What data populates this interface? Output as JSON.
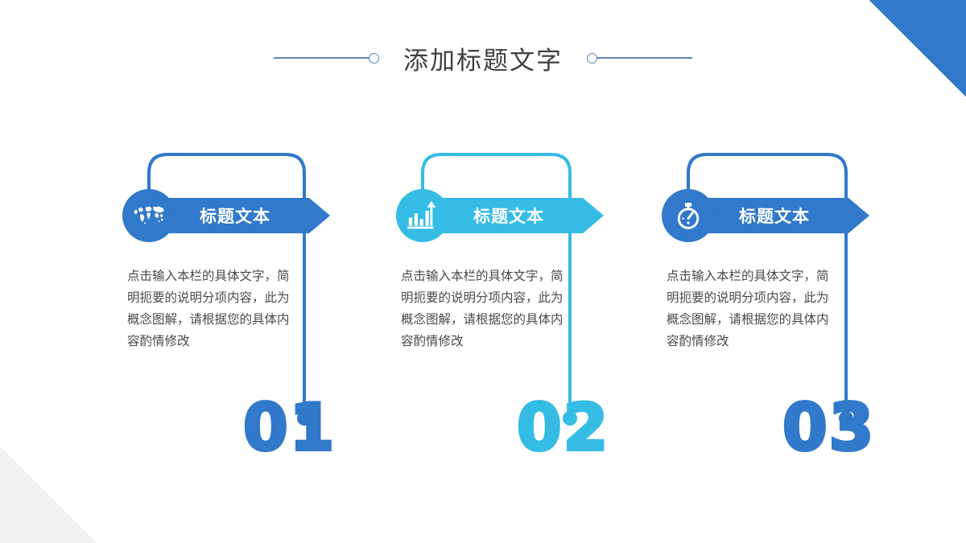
{
  "slide": {
    "title": "添加标题文字",
    "background": "#ffffff",
    "corner_top_right_color": "#3179ca",
    "corner_bottom_left_color": "#f1f1f1",
    "title_color": "#404040",
    "title_rule_color": "#5b86b8"
  },
  "columns": [
    {
      "number": "01",
      "banner_label": "标题文本",
      "icon": "world-map-icon",
      "color": "#3179ca",
      "body": "点击输入本栏的具体文字，简明扼要的说明分项内容，此为概念图解，请根据您的具体内容酌情修改"
    },
    {
      "number": "02",
      "banner_label": "标题文本",
      "icon": "bar-chart-growth-icon",
      "color": "#35bce5",
      "body": "点击输入本栏的具体文字，简明扼要的说明分项内容，此为概念图解，请根据您的具体内容酌情修改"
    },
    {
      "number": "03",
      "banner_label": "标题文本",
      "icon": "stopwatch-icon",
      "color": "#3179ca",
      "body": "点击输入本栏的具体文字，简明扼要的说明分项内容，此为概念图解，请根据您的具体内容酌情修改"
    }
  ]
}
